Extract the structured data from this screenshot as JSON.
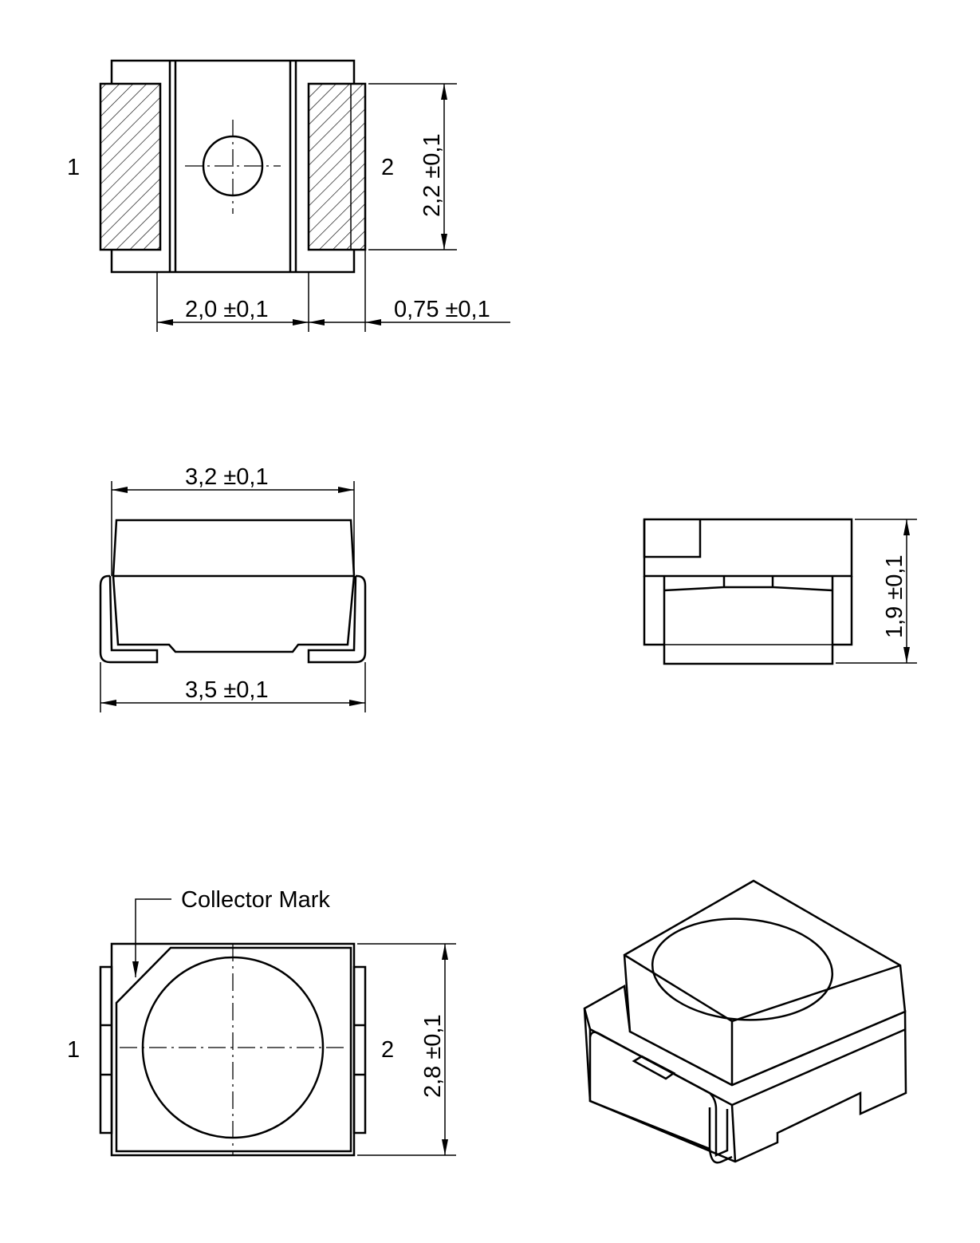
{
  "top_view": {
    "pin1": "1",
    "pin2": "2",
    "dim_height": "2,2 ±0,1",
    "dim_pad_spacing": "2,0 ±0,1",
    "dim_pad_width": "0,75 ±0,1"
  },
  "side_view": {
    "dim_body_length": "3,2 ±0,1",
    "dim_total_length": "3,5 ±0,1"
  },
  "end_view": {
    "dim_height": "1,9 ±0,1"
  },
  "bottom_view": {
    "pin1": "1",
    "pin2": "2",
    "collector_mark": "Collector Mark",
    "dim_width": "2,8 ±0,1"
  }
}
